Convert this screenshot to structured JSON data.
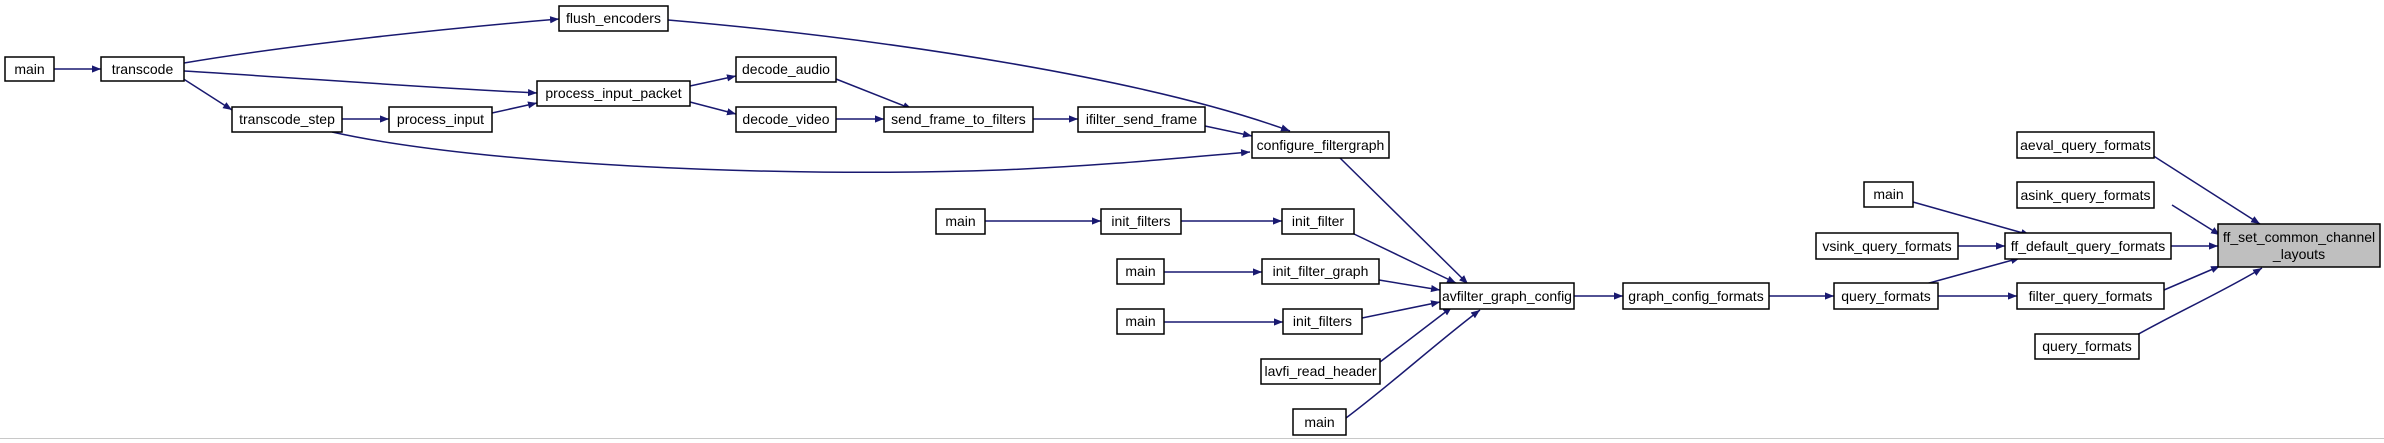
{
  "nodes": {
    "main_a": "main",
    "transcode": "transcode",
    "transcode_step": "transcode_step",
    "process_input": "process_input",
    "flush_encoders": "flush_encoders",
    "process_input_packet": "process_input_packet",
    "decode_audio": "decode_audio",
    "decode_video": "decode_video",
    "send_frame_to_filters": "send_frame_to_filters",
    "ifilter_send_frame": "ifilter_send_frame",
    "configure_filtergraph": "configure_filtergraph",
    "main_b": "main",
    "init_filters_a": "init_filters",
    "init_filter": "init_filter",
    "main_c": "main",
    "init_filter_graph": "init_filter_graph",
    "main_d": "main",
    "init_filters_b": "init_filters",
    "lavfi_read_header": "lavfi_read_header",
    "main_e": "main",
    "avfilter_graph_config": "avfilter_graph_config",
    "graph_config_formats": "graph_config_formats",
    "main_f": "main",
    "vsink_query_formats": "vsink_query_formats",
    "query_formats_a": "query_formats",
    "aeval_query_formats": "aeval_query_formats",
    "asink_query_formats": "asink_query_formats",
    "ff_default_query_formats": "ff_default_query_formats",
    "filter_query_formats": "filter_query_formats",
    "query_formats_b": "query_formats",
    "ff_set_common_channel_layouts_1": "ff_set_common_channel",
    "ff_set_common_channel_layouts_2": "_layouts"
  },
  "colors": {
    "edge": "#191970",
    "node_border": "#000000",
    "node_fill": "#ffffff",
    "highlight_fill": "#bfbfbf"
  }
}
